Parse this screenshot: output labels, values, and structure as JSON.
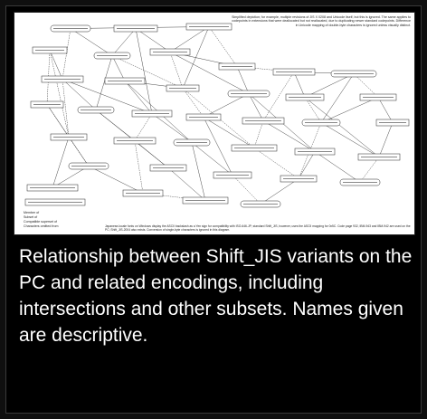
{
  "figure": {
    "note_top": "Simplified depiction; for example, multiple revisions of JIS X 0208 and Unicode itself, but this is ignored. The same applies to codepoints in extensions that were deallocated but not reallocated, due to duplicating newer standard codepoints. Difference in Unicode mapping of double-byte characters is ignored unless visually distinct.",
    "note_bottom": "Japanese-locale fonts on Windows display the ASCII backslash as a Yen sign for compatibility with ISO-646-JP; standard Shift_JIS, however, uses the ASCII mapping for 0x5C. Code page 932, IBM-943 and IBM-942 are used on the PC; Shift_JIS-2004 also exists. Conversion of single-byte characters is ignored in this diagram.",
    "legend_items": [
      "Member of",
      "Subset of",
      "Compatible superset of",
      "Characters omitted from"
    ]
  },
  "caption": "Relationship between Shift_JIS variants on the PC and related encodings, including intersections and other subsets. Names given are descriptive."
}
